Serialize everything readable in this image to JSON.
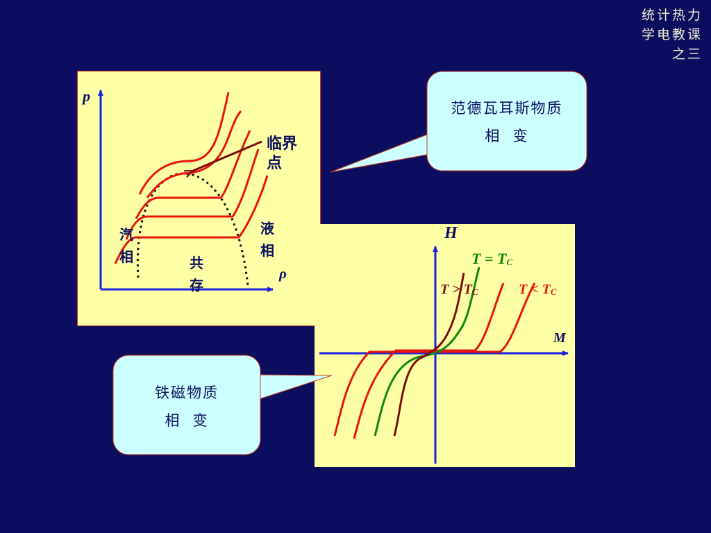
{
  "course_title": [
    "统计热力",
    "学电教课",
    "之三"
  ],
  "vdw": {
    "axis_p": "p",
    "axis_rho": "ρ",
    "critical_point_line1": "临界",
    "critical_point_line2": "点",
    "vapor_line1": "汽",
    "vapor_line2": "相",
    "liquid_line1": "液",
    "liquid_line2": "相",
    "coexist_line1": "共",
    "coexist_line2": "存"
  },
  "ferro": {
    "axis_h": "H",
    "axis_m": "M",
    "t_eq_tc": {
      "t": "T",
      "rel": " = ",
      "tc": "T",
      "sub": "C"
    },
    "t_gt_tc": {
      "t": "T",
      "rel": " > ",
      "tc": "T",
      "sub": "C"
    },
    "t_lt_tc": {
      "t": "T",
      "rel": " < ",
      "tc": "T",
      "sub": "C"
    }
  },
  "callouts": {
    "vdw_line1": "范德瓦耳斯物质",
    "vdw_line2": "相  变",
    "ferro_line1": "铁磁物质",
    "ferro_line2": "相  变"
  },
  "colors": {
    "background": "#0b0e5e",
    "panel": "#ffffa6",
    "callout": "#ccffff",
    "isotherm": "#e8140c",
    "axis": "#1a22e0",
    "critical": "#7a0a0a",
    "tc_curve": "#0a8a0a"
  }
}
